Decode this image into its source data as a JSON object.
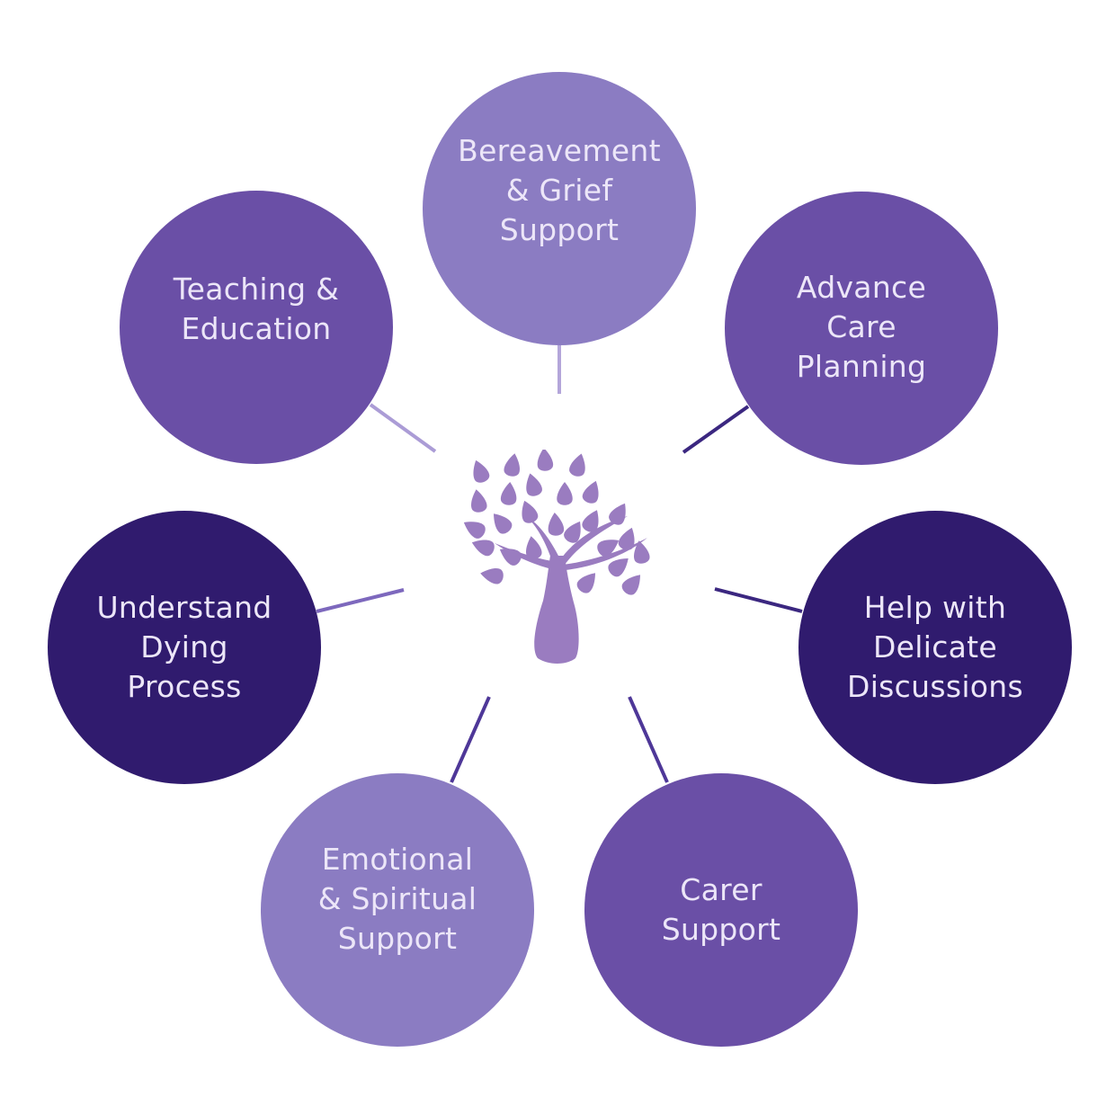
{
  "diagram": {
    "center_icon": "tree-icon",
    "colors": {
      "light": "#8b7cc2",
      "medium": "#6a4fa6",
      "dark": "#301b6e",
      "tree": "#9a7cc0",
      "text": "#ece6f8"
    },
    "nodes": [
      {
        "lines": [
          "Bereavement",
          "& Grief",
          "Support"
        ],
        "shade": "light"
      },
      {
        "lines": [
          "Advance",
          "Care",
          "Planning"
        ],
        "shade": "medium"
      },
      {
        "lines": [
          "Help with",
          "Delicate",
          "Discussions"
        ],
        "shade": "dark"
      },
      {
        "lines": [
          "Carer",
          "Support"
        ],
        "shade": "medium"
      },
      {
        "lines": [
          "Emotional",
          "& Spiritual",
          "Support"
        ],
        "shade": "light"
      },
      {
        "lines": [
          "Understand",
          "Dying",
          "Process"
        ],
        "shade": "dark"
      },
      {
        "lines": [
          "Teaching &",
          "Education"
        ],
        "shade": "medium"
      }
    ]
  }
}
